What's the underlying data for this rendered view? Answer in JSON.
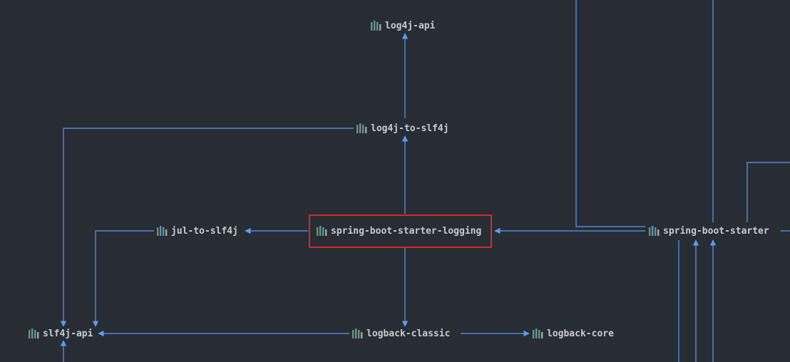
{
  "colors": {
    "background": "#282c34",
    "edge": "#5a9cf0",
    "node_text": "#c8cbd0",
    "selection": "#d42a2d",
    "icon_bars": [
      "#6a9955",
      "#5b8fd1",
      "#6a9955",
      "#a0a4ab"
    ]
  },
  "icon": "maven-module-icon",
  "nodes": {
    "log4j_api": "log4j-api",
    "log4j_to_slf4j": "log4j-to-slf4j",
    "jul_to_slf4j": "jul-to-slf4j",
    "spring_boot_starter_logging": "spring-boot-starter-logging",
    "spring_boot_starter": "spring-boot-starter",
    "slf4j_api": "slf4j-api",
    "logback_classic": "logback-classic",
    "logback_core": "logback-core"
  },
  "selected_node": "spring-boot-starter-logging"
}
